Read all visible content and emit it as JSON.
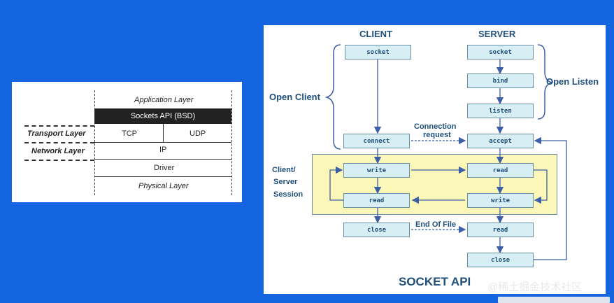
{
  "network_stack": {
    "application_layer": "Application Layer",
    "sockets_api": "Sockets API (BSD)",
    "transport_layer": "Transport Layer",
    "tcp": "TCP",
    "udp": "UDP",
    "network_layer": "Network Layer",
    "ip": "IP",
    "driver": "Driver",
    "physical_layer": "Physical Layer"
  },
  "socket_api": {
    "client_header": "CLIENT",
    "server_header": "SERVER",
    "open_client": "Open Client",
    "open_listen": "Open Listen",
    "session_label_1": "Client/",
    "session_label_2": "Server",
    "session_label_3": "Session",
    "connection_request_1": "Connection",
    "connection_request_2": "request",
    "end_of_file": "End Of File",
    "title": "SOCKET API",
    "client_nodes": {
      "socket": "socket",
      "connect": "connect",
      "write": "write",
      "read": "read",
      "close": "close"
    },
    "server_nodes": {
      "socket": "socket",
      "bind": "bind",
      "listen": "listen",
      "accept": "accept",
      "read": "read",
      "write": "write",
      "read2": "read",
      "close": "close"
    }
  },
  "watermark": "@稀土掘金技术社区",
  "colors": {
    "background": "#1565e0",
    "box_fill": "#d7eef5",
    "session_fill": "#fbf7b8",
    "label_blue": "#1f4f7a"
  }
}
